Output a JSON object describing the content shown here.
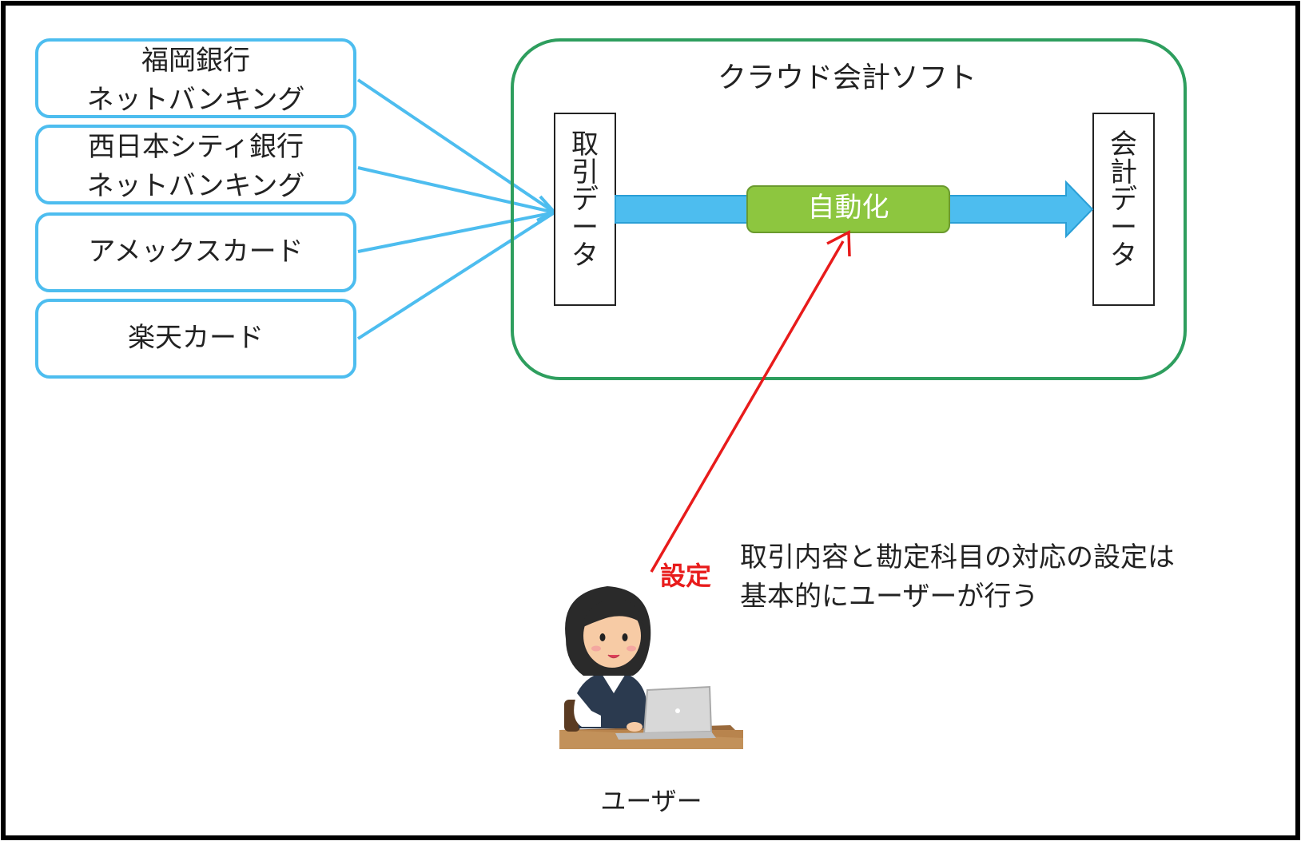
{
  "sources": [
    {
      "lines": [
        "福岡銀行",
        "ネットバンキング"
      ]
    },
    {
      "lines": [
        "西日本シティ銀行",
        "ネットバンキング"
      ]
    },
    {
      "lines": [
        "アメックスカード"
      ]
    },
    {
      "lines": [
        "楽天カード"
      ]
    }
  ],
  "cloud": {
    "title": "クラウド会計ソフト",
    "input_label": "取引データ",
    "process_label": "自動化",
    "output_label": "会計データ"
  },
  "user": {
    "action_label": "設定",
    "note_line1": "取引内容と勘定科目の対応の設定は",
    "note_line2": "基本的にユーザーが行う",
    "caption": "ユーザー"
  },
  "colors": {
    "source_border": "#4dbdef",
    "arrow_blue": "#4dbdef",
    "cloud_border": "#2e9e5e",
    "process_fill": "#8dc63f",
    "setting_red": "#e81b1b"
  }
}
